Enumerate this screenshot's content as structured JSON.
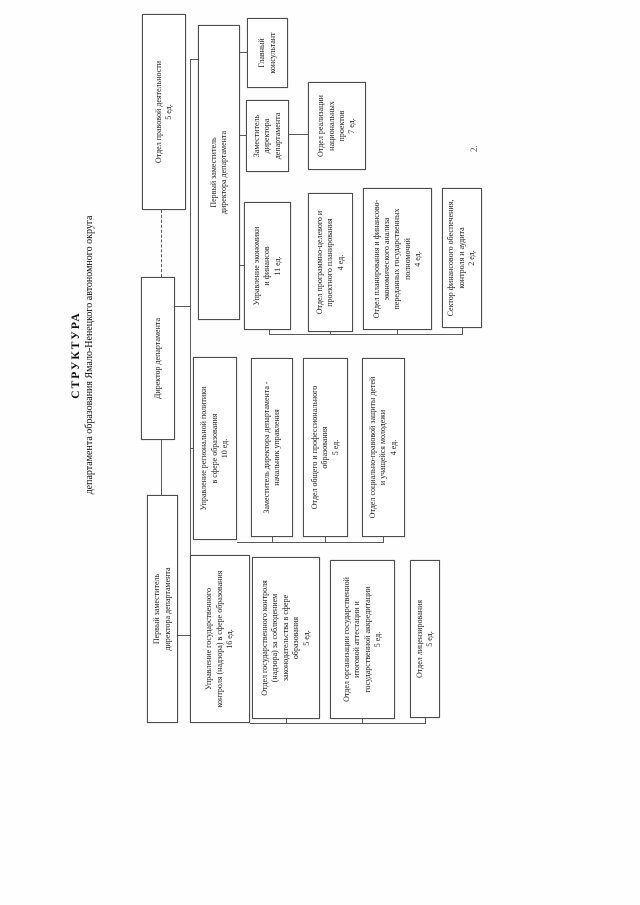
{
  "document": {
    "title": {
      "line1": "СТРУКТУРА",
      "line2": "департамента образования Ямало-Ненецкого автономного округа"
    },
    "page_mark": "2."
  },
  "org_chart": {
    "nodes": {
      "director": "Директор департамента",
      "first_deputy_left": "Первый заместитель\nдиректора департамента",
      "legal_dept": "Отдел правовой деятельности\n5 ед.",
      "state_control_office": "Управление государственного\nконтроля (надзора) в сфере образования\n16 ед.",
      "regional_policy_office": "Управление региональной политики\nв сфере образования\n10 ед.",
      "first_deputy_right": "Первый заместитель\nдиректора департамента",
      "state_supervision_dept": "Отдел государственного контроля\n(надзора) за соблюдением\nзаконодательства в сфере\nобразования\n5 ед.",
      "attestation_accreditation_dept": "Отдел организации государственной\nитоговой аттестации и\nгосударственной аккредитации\n5 ед.",
      "licensing_dept": "Отдел лицензирования\n5 ед.",
      "deputy_head_of_office": "Заместитель директора департамента -\nначальник управления",
      "general_professional_edu_dept": "Отдел общего и профессионального\nобразования\n5 ед.",
      "social_legal_protection_dept": "Отдел социально-правовой защиты детей\nи учащейся молодежи\n4 ед.",
      "economics_finance_office": "Управление экономики\nи финансов\n11 ед.",
      "deputy_director": "Заместитель\nдиректора\nдепартамента",
      "chief_consultant": "Главный\nконсультант",
      "national_projects_dept": "Отдел реализации\nнациональных\nпроектов\n7 ед.",
      "program_target_planning_dept": "Отдел программно-целевого и\nпроектного планирования\n4 ед.",
      "planning_fin_analysis_dept": "Отдел планирования и финансово-\nэкономического анализа\nпереданных государственных\nполномочий\n4 ед.",
      "financial_support_sector": "Сектор финансового обеспечения,\nконтроля и аудита\n2 ед."
    }
  }
}
